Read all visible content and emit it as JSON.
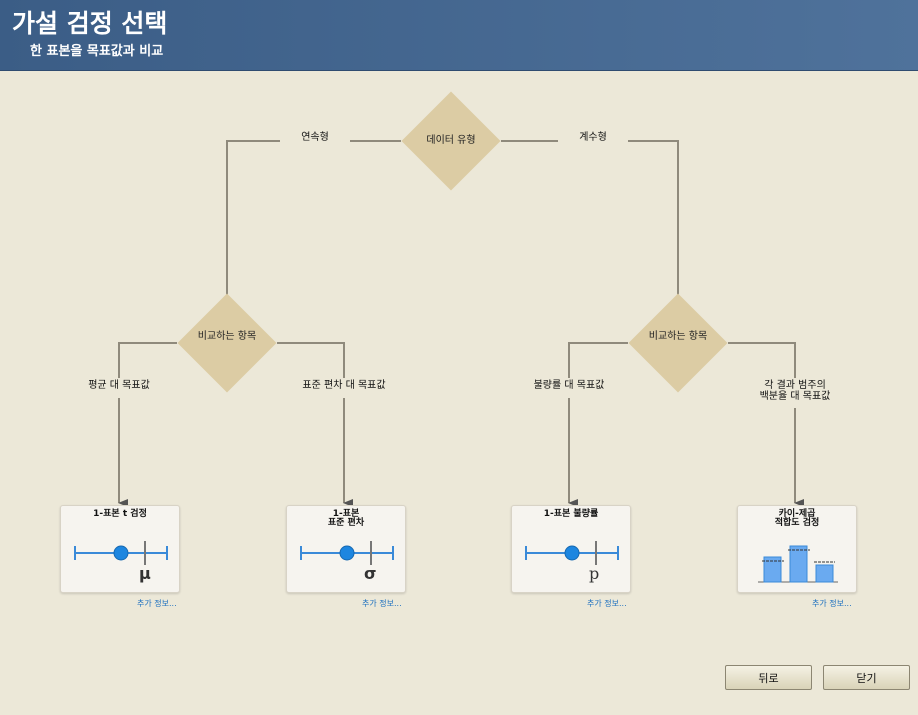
{
  "header": {
    "title": "가설 검정 선택",
    "subtitle": "한 표본을 목표값과 비교"
  },
  "decisions": {
    "data_type": "데이터 유형",
    "compare_left": "비교하는 항목",
    "compare_right": "비교하는 항목"
  },
  "branches": {
    "continuous": "연속형",
    "count": "계수형",
    "mean": "평균 대 목표값",
    "stdev": "표준 편차 대 목표값",
    "proportion": "불량률 대 목표값",
    "percent_line1": "각 결과 범주의",
    "percent_line2": "백분율 대 목표값"
  },
  "tests": [
    {
      "title": "1-표본 t 검정",
      "symbol": "μ",
      "more": "추가 정보..."
    },
    {
      "title": "1-표본\n표준 편차",
      "symbol": "σ",
      "more": "추가 정보..."
    },
    {
      "title": "1-표본 불량률",
      "symbol": "p",
      "more": "추가 정보..."
    },
    {
      "title": "카이-제곱\n적합도 검정",
      "more": "추가 정보..."
    }
  ],
  "buttons": {
    "back": "뒤로",
    "close": "닫기"
  },
  "colors": {
    "header": "#3b5d86",
    "background": "#ece8d8",
    "diamond": "#dccca4",
    "accent": "#3a8ad8",
    "link": "#1b6fbf"
  }
}
